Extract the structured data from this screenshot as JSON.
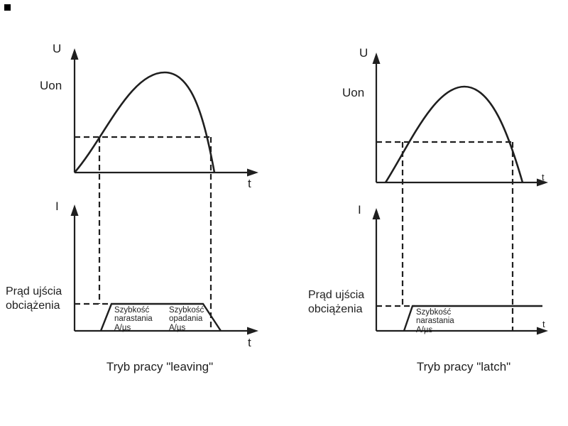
{
  "figure": {
    "selection_handle": "top-left"
  },
  "left": {
    "u": "U",
    "uon": "Uon",
    "t_top": "t",
    "i": "I",
    "t_bottom": "t",
    "load_current": "Prąd ujścia\nobciążenia",
    "rise_rate": "Szybkość\nnarastania\nA/µs",
    "fall_rate": "Szybkość\nopadania\nA/µs",
    "caption": "Tryb pracy \"leaving\""
  },
  "right": {
    "u": "U",
    "uon": "Uon",
    "t_top": "t",
    "i": "I",
    "t_bottom": "t",
    "load_current": "Prąd ujścia\nobciążenia",
    "rise_rate": "Szybkość\nnarastania\nA/µs",
    "caption": "Tryb pracy \"latch\""
  },
  "colors": {
    "line": "#1f1f1f",
    "background": "#ffffff"
  }
}
